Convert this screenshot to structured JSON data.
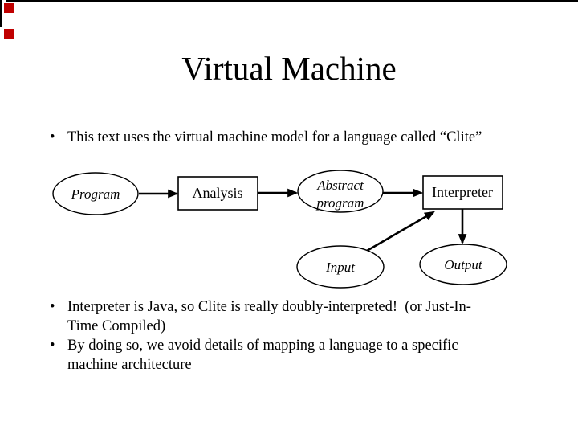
{
  "slide": {
    "title": "Virtual Machine",
    "bullet_glyph": "•",
    "bullets": [
      {
        "lines": [
          "This text uses the virtual machine model for a language called “Clite”"
        ]
      },
      {
        "lines": [
          "Interpreter is Java, so Clite is really doubly-interpreted!  (or Just-In-",
          "Time Compiled)"
        ]
      },
      {
        "lines": [
          "By doing so, we avoid details of mapping a language to a specific",
          "machine architecture"
        ]
      }
    ]
  },
  "diagram": {
    "nodes": [
      {
        "id": "program",
        "shape": "ellipse",
        "label": "Program"
      },
      {
        "id": "analysis",
        "shape": "rect",
        "label": "Analysis"
      },
      {
        "id": "abstract-program",
        "shape": "ellipse",
        "label": "Abstract program",
        "label_lines": [
          "Abstract",
          "program"
        ]
      },
      {
        "id": "interpreter",
        "shape": "rect",
        "label": "Interpreter"
      },
      {
        "id": "input",
        "shape": "ellipse",
        "label": "Input"
      },
      {
        "id": "output",
        "shape": "ellipse",
        "label": "Output"
      }
    ],
    "edges": [
      {
        "from": "program",
        "to": "analysis"
      },
      {
        "from": "analysis",
        "to": "abstract-program"
      },
      {
        "from": "abstract-program",
        "to": "interpreter"
      },
      {
        "from": "input",
        "to": "interpreter"
      },
      {
        "from": "interpreter",
        "to": "output"
      }
    ]
  },
  "decoration": {
    "accent_color": "#c00000",
    "edge_rule_color": "#000000"
  }
}
